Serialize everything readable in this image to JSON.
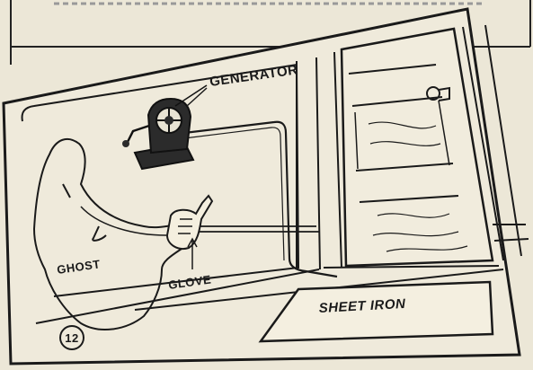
{
  "labels": {
    "generator": "GENERATOR",
    "ghost": "GHOST",
    "glove": "GLOVE",
    "sheet_iron": "SHEET IRON",
    "figure_number": "12"
  },
  "colors": {
    "paper": "#ece7d7",
    "ink": "#1a1a1a",
    "generator_body": "#2b2b2b"
  }
}
